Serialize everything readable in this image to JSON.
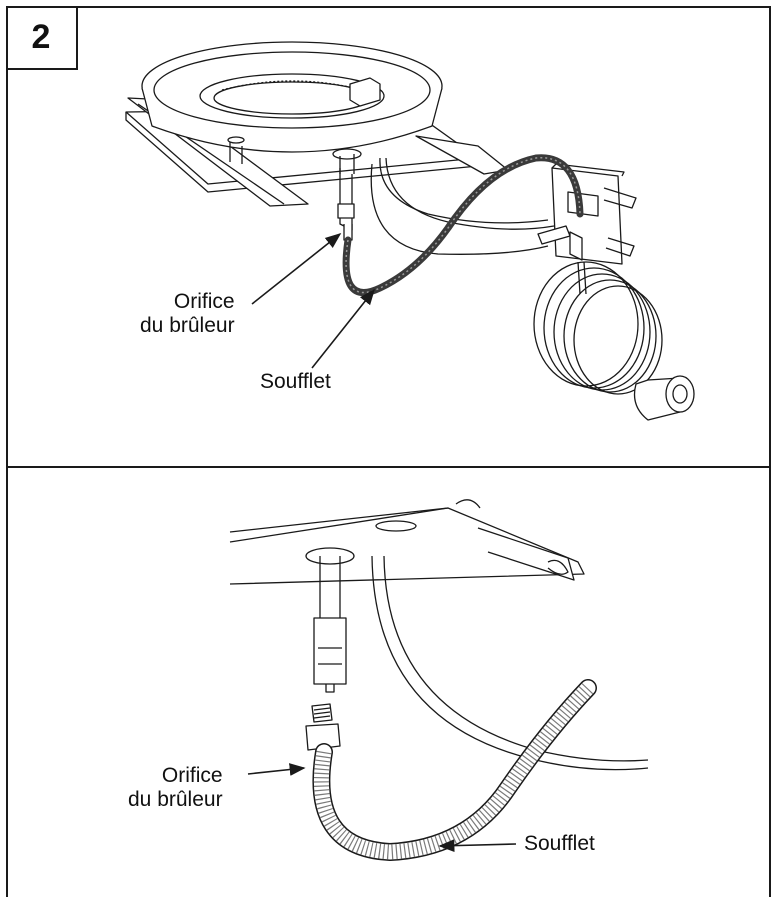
{
  "step_number": "2",
  "top_panel": {
    "label_orifice_line1": "Orifice",
    "label_orifice_line2": "du brûleur",
    "label_bellows": "Soufflet"
  },
  "bottom_panel": {
    "label_orifice_line1": "Orifice",
    "label_orifice_line2": "du brûleur",
    "label_bellows": "Soufflet"
  },
  "colors": {
    "ink": "#1a1a1a",
    "hose": "#3a3a3a",
    "background": "#ffffff"
  }
}
